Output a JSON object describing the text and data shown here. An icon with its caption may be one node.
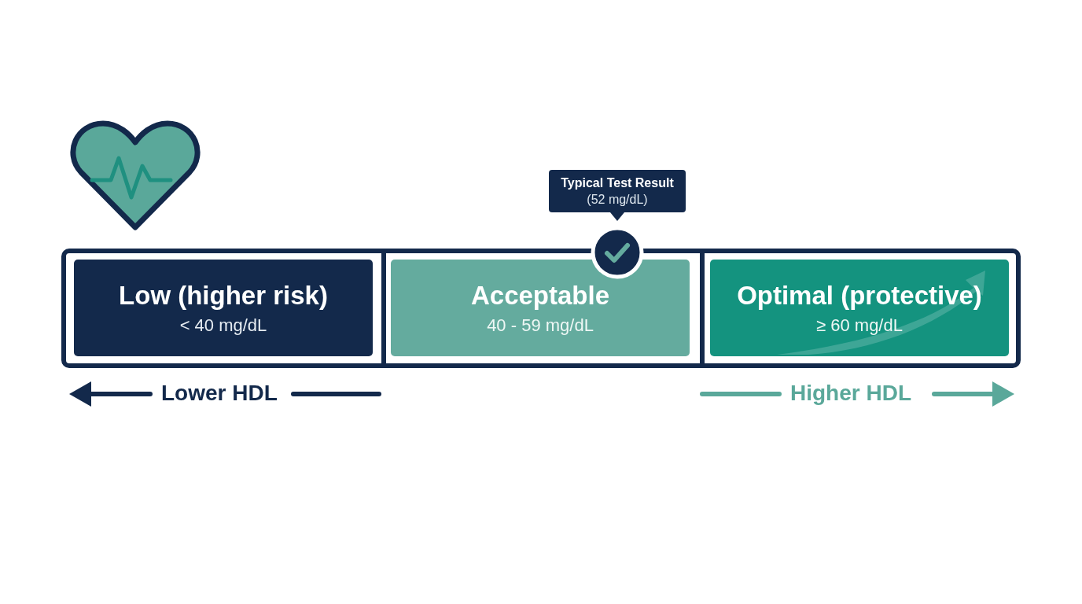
{
  "diagram": {
    "nodes": [
      {
        "text": [],
        "shape": "bar"
      },
      {
        "text": [
          "Low (higher risk)",
          "< 40 mg/dL"
        ],
        "in": 0
      },
      {
        "text": [
          "Acceptable",
          "40 - 59 mg/dL"
        ],
        "in": 0
      },
      {
        "text": [
          "Optimal (protective)",
          "≥ 60 mg/dL"
        ],
        "in": 0
      },
      {
        "text": [
          "Typical Test Result",
          "(52 mg/dL)"
        ]
      }
    ],
    "labels": [
      "Lower HDL",
      "Higher HDL"
    ]
  }
}
